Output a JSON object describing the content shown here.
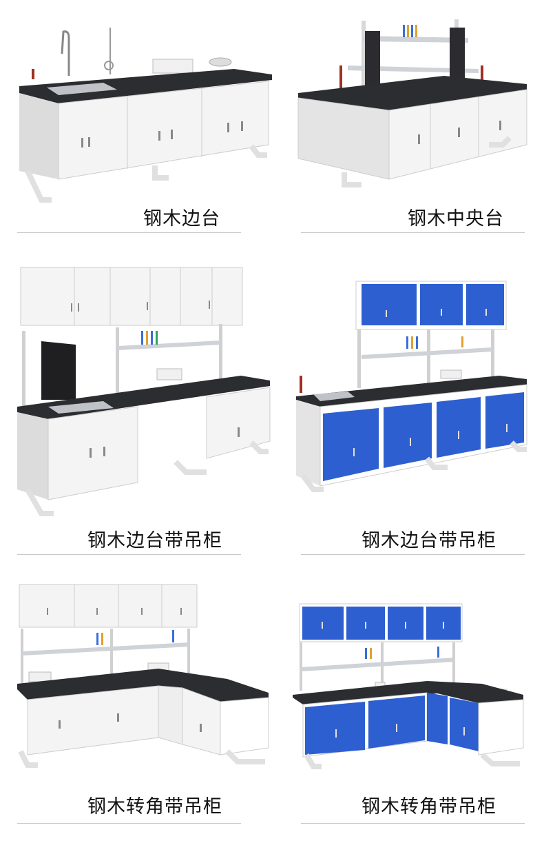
{
  "products": [
    {
      "caption": "钢木边台",
      "cabinet_color": "#f4f4f4"
    },
    {
      "caption": "钢木中央台",
      "cabinet_color": "#f4f4f4"
    },
    {
      "caption": "钢木边台带吊柜",
      "cabinet_color": "#f4f4f4"
    },
    {
      "caption": "钢木边台带吊柜",
      "cabinet_color": "#2d5fd0"
    },
    {
      "caption": "钢木转角带吊柜",
      "cabinet_color": "#f4f4f4"
    },
    {
      "caption": "钢木转角带吊柜",
      "cabinet_color": "#2d5fd0"
    }
  ],
  "colors": {
    "worktop": "#2b2d31",
    "frame": "#e9e9ea",
    "blue": "#2d5fd0",
    "rule": "#c8c8c8"
  }
}
